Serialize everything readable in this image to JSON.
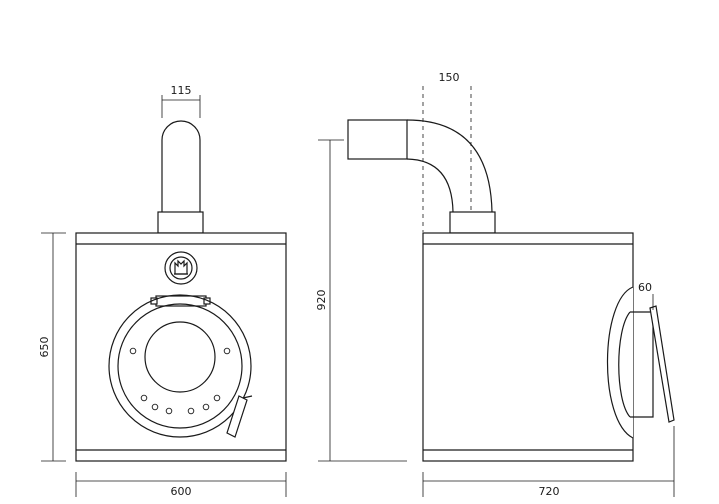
{
  "dimensions": {
    "front_width": "600",
    "front_height": "650",
    "flue_diameter": "115",
    "side_depth": "720",
    "side_height": "920",
    "flue_offset": "150",
    "door_projection": "60"
  },
  "icons": {
    "logo": "stove-logo-icon"
  },
  "colors": {
    "line": "#1a1a1a",
    "background": "#ffffff"
  }
}
